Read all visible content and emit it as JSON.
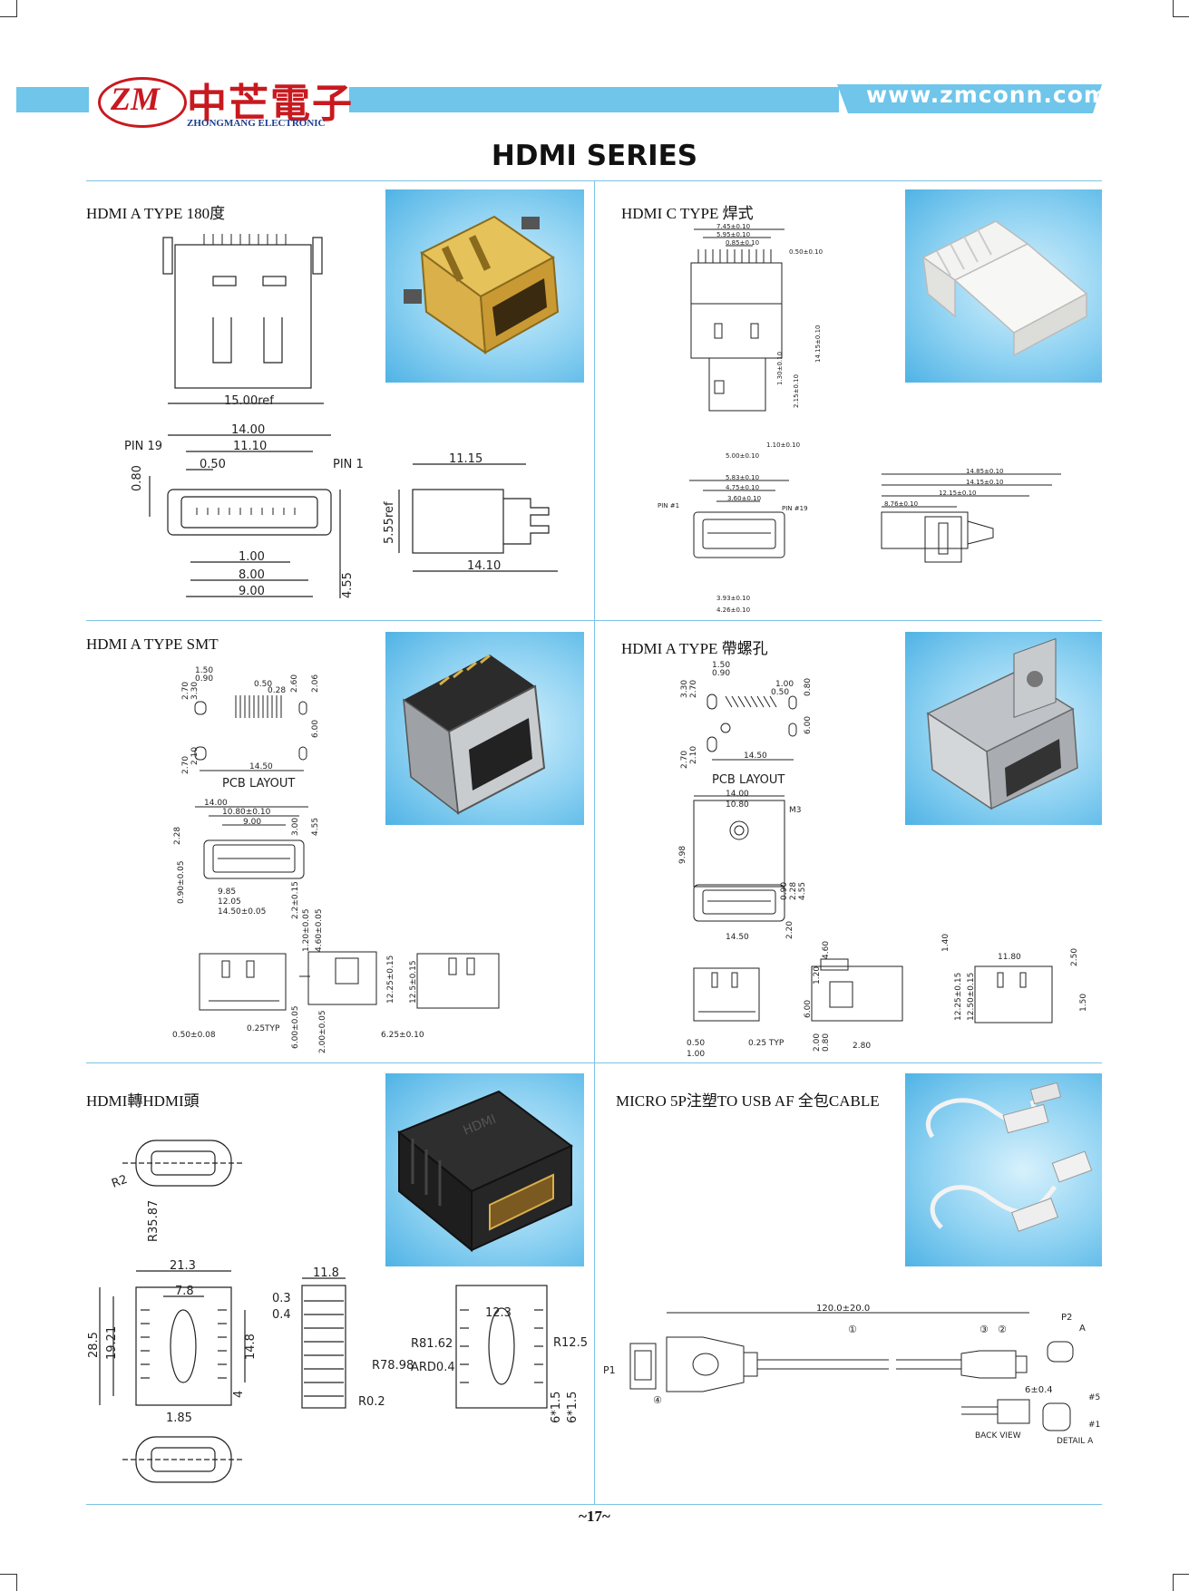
{
  "header": {
    "logo_mark": "ZM",
    "logo_chinese": "中芒電子",
    "logo_english": "ZHONGMANG ELECTRONIC",
    "website": "www.zmconn.com"
  },
  "page_title": "HDMI SERIES",
  "colors": {
    "accent_blue": "#6fc5ea",
    "logo_red": "#c8191f",
    "logo_navy": "#1a3f8f",
    "divider": "#7cc4e6"
  },
  "sections": [
    {
      "title": "HDMI A TYPE 180度",
      "dims": {
        "w1": "15.00ref",
        "w2": "14.00",
        "w3": "11.10",
        "w4": "0.50",
        "pin19": "PIN  19",
        "pin1": "PIN  1",
        "h1": "0.80",
        "b1": "1.00",
        "b2": "8.00",
        "b3": "9.00",
        "h2": "4.55",
        "side_h": "5.55ref",
        "side_w1": "11.15",
        "side_w2": "14.10"
      }
    },
    {
      "title": "HDMI C TYPE 焊式",
      "dims": {
        "d1": "7.45±0.10",
        "d2": "5.95±0.10",
        "d3": "0.85±0.10",
        "d4": "0.50±0.10",
        "d5": "14.15±0.10",
        "d6": "1.30±0.10",
        "d7": "2.15±0.10",
        "d8": "1.10±0.10",
        "d9": "5.00±0.10",
        "f1": "5.83±0.10",
        "f2": "4.75±0.10",
        "f3": "3.60±0.10",
        "f4": "PIN #1",
        "f5": "PIN #19",
        "f6": "3.93±0.10",
        "f7": "4.26±0.10",
        "s1": "14.85±0.10",
        "s2": "14.15±0.10",
        "s3": "12.15±0.10",
        "s4": "8.76±0.10"
      }
    },
    {
      "title": "HDMI A TYPE SMT",
      "dims": {
        "a1": "1.50",
        "a2": "0.90",
        "a3": "2.70",
        "a4": "3.30",
        "a5": "0.50",
        "a6": "0.28",
        "a7": "2.60",
        "a8": "2.06",
        "a9": "6.00",
        "a10": "2.70",
        "a11": "2.10",
        "a12": "14.50",
        "pcb": "PCB LAYOUT",
        "b1": "14.00",
        "b2": "10.80±0.10",
        "b3": "9.00",
        "b4": "2.28",
        "b5": "3.00",
        "b6": "4.55",
        "b7": "0.90±0.05",
        "b8": "9.85",
        "b9": "12.05",
        "b10": "14.50±0.05",
        "b11": "2.2±0.15",
        "c1": "0.50±0.08",
        "c2": "0.25TYP",
        "c3": "6.00±0.05",
        "c4": "1.20±0.05",
        "c5": "4.60±0.05",
        "c6": "12.25±0.15",
        "c7": "2.00±0.05",
        "c8": "6.25±0.10",
        "c9": "12.5±0.15"
      }
    },
    {
      "title": "HDMI A TYPE 帶螺孔",
      "dims": {
        "a1": "1.50",
        "a2": "0.90",
        "a3": "2.70",
        "a4": "3.30",
        "a5": "1.00",
        "a6": "0.50",
        "a7": "0.80",
        "a8": "6.00",
        "a9": "2.70",
        "a10": "2.10",
        "a11": "14.50",
        "pcb": "PCB LAYOUT",
        "b1": "14.00",
        "b2": "10.80",
        "b3": "M3",
        "b4": "9.98",
        "b5": "0.90",
        "b6": "2.28",
        "b7": "4.55",
        "b8": "14.50",
        "b9": "2.20",
        "c1": "4.60",
        "c2": "1.20",
        "c3": "1.40",
        "c4": "6.00",
        "c5": "11.80",
        "c6": "2.50",
        "c7": "12.25±0.15",
        "c8": "12.50±0.15",
        "c9": "1.50",
        "c10": "0.50",
        "c11": "1.00",
        "c12": "0.25 TYP",
        "c13": "2.00",
        "c14": "0.80",
        "c15": "2.80"
      }
    },
    {
      "title": "HDMI轉HDMI頭",
      "dims": {
        "r1": "R2",
        "r2": "R35.87",
        "w1": "21.3",
        "w2": "7.8",
        "h1": "28.5",
        "h2": "19.21",
        "h3": "14.8",
        "h4": "4",
        "b1": "1.85",
        "s1": "11.8",
        "s2": "0.3",
        "s3": "0.4",
        "s4": "R0.2",
        "t1": "12.3",
        "t2": "R81.62",
        "t3": "R78.98",
        "t4": "ARD0.4",
        "t5": "R12.5",
        "t6": "6*1.5",
        "t7": "6*1.5"
      }
    },
    {
      "title": "MICRO 5P注塑TO USB AF 全包CABLE",
      "dims": {
        "len": "120.0±20.0",
        "p1": "P1",
        "p2": "P2",
        "a": "A",
        "n1": "①",
        "n2": "②",
        "n3": "③",
        "n4": "④",
        "d1": "6±0.4",
        "bv": "BACK  VIEW",
        "da": "DETAIL  A",
        "pin5": "#5",
        "pin1": "#1"
      }
    }
  ],
  "footer": {
    "page_number": "~17~"
  }
}
